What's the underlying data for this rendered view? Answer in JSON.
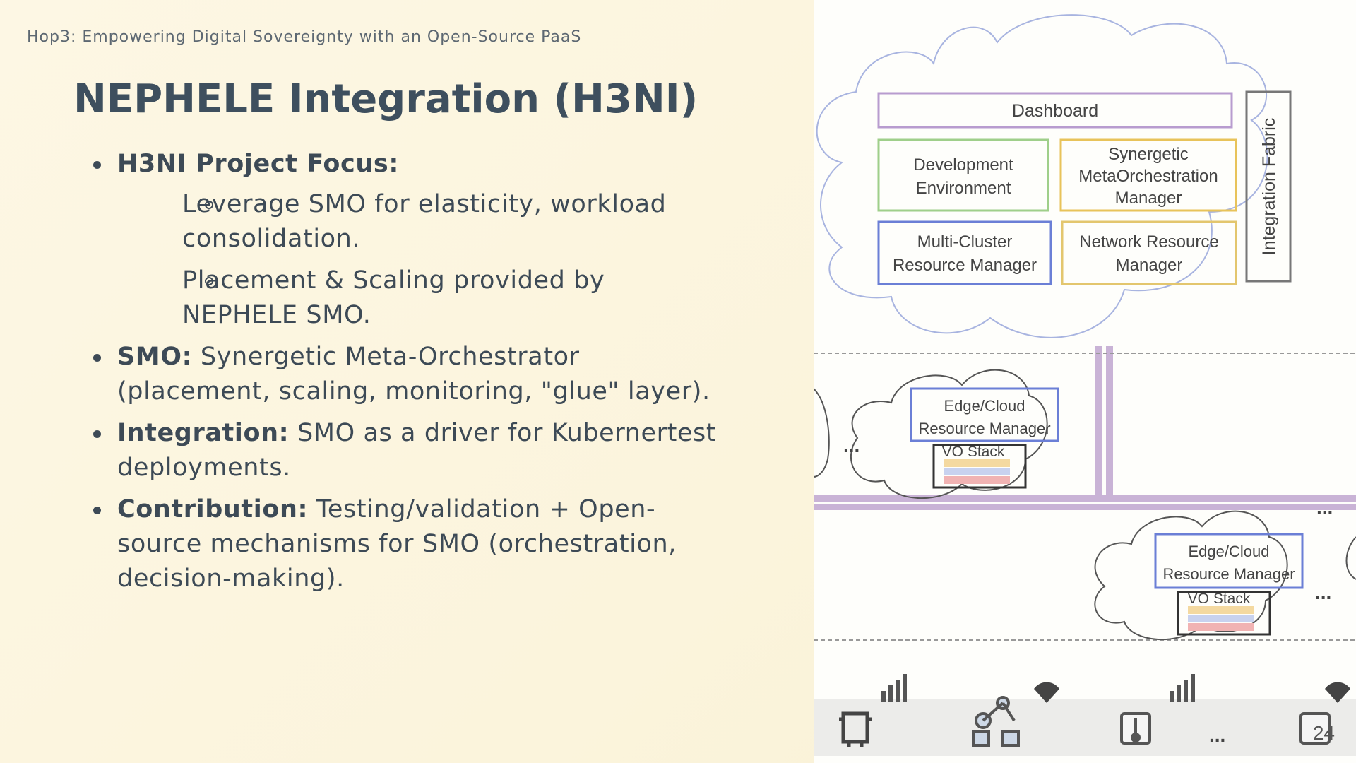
{
  "header": "Hop3: Empowering Digital Sovereignty with an Open-Source PaaS",
  "title": "NEPHELE Integration (H3NI)",
  "bullets": [
    {
      "label": "H3NI Project Focus:",
      "text": "",
      "subs": [
        "Leverage SMO for elasticity, workload consolidation.",
        "Placement & Scaling provided by NEPHELE SMO."
      ]
    },
    {
      "label": "SMO:",
      "text": " Synergetic Meta-Orchestrator (placement, scaling, monitoring, \"glue\" layer)."
    },
    {
      "label": "Integration:",
      "text": " SMO as a driver for Kubernertest deployments."
    },
    {
      "label": "Contribution:",
      "text": " Testing/validation + Open-source mechanisms for SMO (orchestration, decision-making)."
    }
  ],
  "diagram": {
    "dashboard": "Dashboard",
    "dev_env_1": "Development",
    "dev_env_2": "Environment",
    "smo_1": "Synergetic",
    "smo_2": "MetaOrchestration",
    "smo_3": "Manager",
    "mcrm_1": "Multi-Cluster",
    "mcrm_2": "Resource Manager",
    "nrm_1": "Network Resource",
    "nrm_2": "Manager",
    "fabric": "Integration Fabric",
    "edge_1": "Edge/Cloud",
    "edge_2": "Resource Manager",
    "vo_stack": "VO Stack",
    "ellipsis": "...",
    "colors": {
      "dashboard": "#b89ccf",
      "dev": "#9fcf8a",
      "smo": "#e8c35a",
      "mcrm": "#6b7fd6",
      "nrm": "#e3c66e",
      "fabric": "#777777",
      "bus": "#c9b3d6"
    }
  },
  "page_number": "24"
}
